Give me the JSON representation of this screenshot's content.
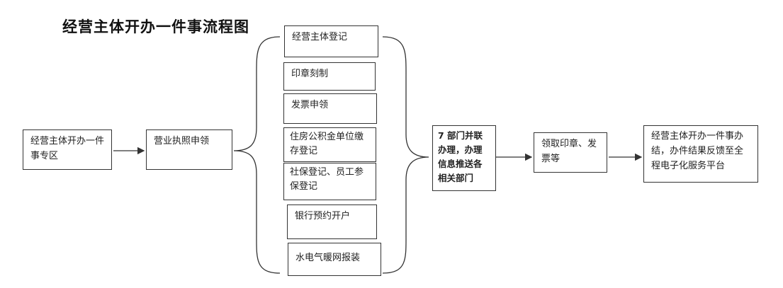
{
  "title": "经营主体开办一件事流程图",
  "nodes": {
    "zone": "经营主体开办一件事专区",
    "license": "营业执照申领",
    "services": [
      "经营主体登记",
      "印章刻制",
      "发票申领",
      "住房公积金单位缴存登记",
      "社保登记、员工参保登记",
      "银行预约开户",
      "水电气暖网报装"
    ],
    "joint": "7 部门并联办理，办理信息推送各相关部门",
    "collect": "领取印章、发票等",
    "finish": "经营主体开办一件事办结，办件结果反馈至全程电子化服务平台"
  },
  "colors": {
    "stroke": "#333333",
    "text": "#222222"
  }
}
